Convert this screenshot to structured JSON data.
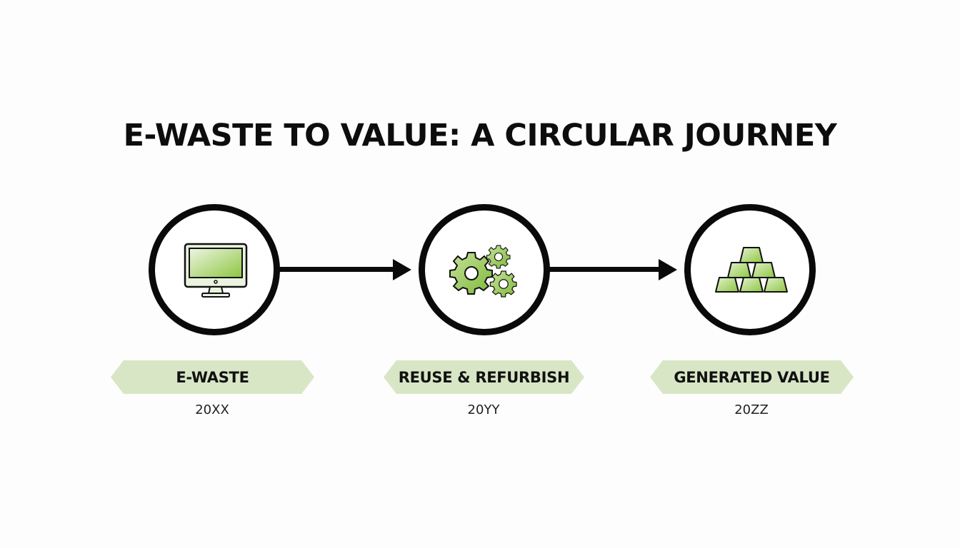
{
  "title": "E-WASTE TO VALUE: A CIRCULAR JOURNEY",
  "colors": {
    "accent_green": "#8dc63f",
    "banner_bg": "#d8e6c6",
    "outline": "#0a0a0a",
    "background": "#fcfdfc"
  },
  "steps": [
    {
      "icon": "computer-monitor-icon",
      "label": "E-WASTE",
      "year": "20XX"
    },
    {
      "icon": "gears-icon",
      "label": "REUSE & REFURBISH",
      "year": "20YY"
    },
    {
      "icon": "gold-bars-icon",
      "label": "GENERATED VALUE",
      "year": "20ZZ"
    }
  ],
  "connectors": [
    {
      "from": "E-WASTE",
      "to": "REUSE & REFURBISH",
      "icon": "arrow-right-icon"
    },
    {
      "from": "REUSE & REFURBISH",
      "to": "GENERATED VALUE",
      "icon": "arrow-right-icon"
    }
  ]
}
